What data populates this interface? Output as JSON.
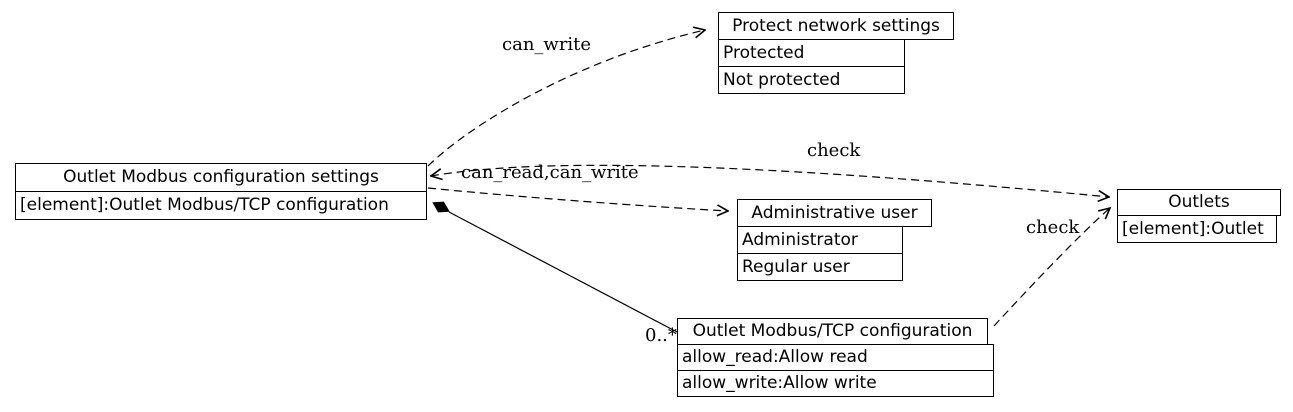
{
  "colors": {
    "line": "#000000",
    "background": "#ffffff",
    "text": "#000000"
  },
  "nodes": {
    "settings": {
      "title": "Outlet Modbus configuration settings",
      "rows": [
        "[element]:Outlet Modbus/TCP configuration"
      ]
    },
    "protect": {
      "title": "Protect network settings",
      "rows": [
        "Protected",
        "Not protected"
      ]
    },
    "admin": {
      "title": "Administrative user",
      "rows": [
        "Administrator",
        "Regular user"
      ]
    },
    "modbus": {
      "title": "Outlet Modbus/TCP configuration",
      "rows": [
        "allow_read:Allow read",
        "allow_write:Allow write"
      ]
    },
    "outlets": {
      "title": "Outlets",
      "rows": [
        "[element]:Outlet"
      ]
    }
  },
  "edges": {
    "can_write": {
      "label": "can_write"
    },
    "can_read_write": {
      "label": "can_read,can_write"
    },
    "check_top": {
      "label": "check"
    },
    "check_bottom": {
      "label": "check"
    },
    "composition": {
      "multiplicity": "0..*"
    }
  }
}
